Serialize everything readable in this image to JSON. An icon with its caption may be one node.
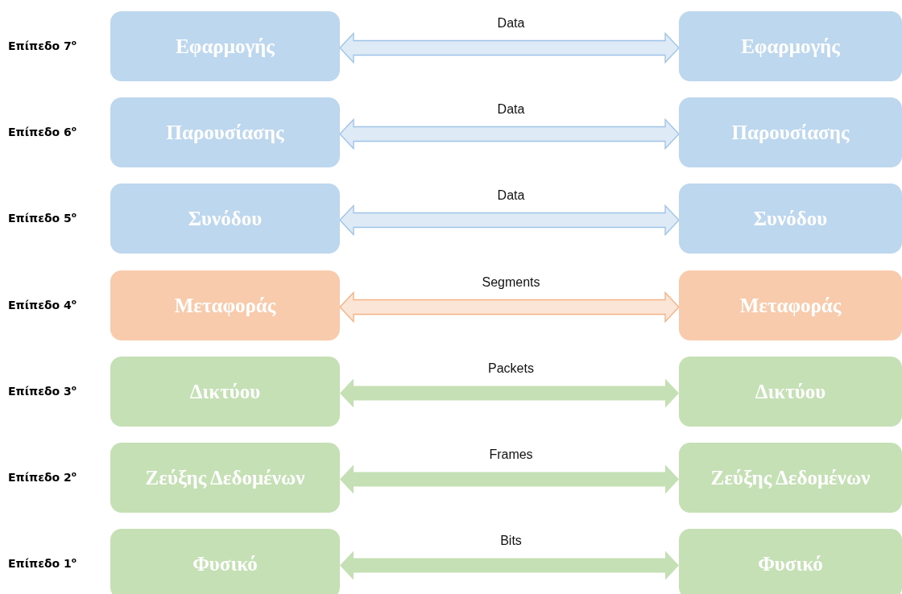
{
  "diagram": {
    "nodes": [
      {
        "text": [
          "Εφαρμογής"
        ],
        "beside": [
          "Επίπεδο 7$^{ο}$"
        ]
      },
      {
        "text": [
          "Εφαρμογής"
        ]
      },
      {
        "text": [
          "Παρουσίασης"
        ],
        "beside": [
          "Επίπεδο 6$^{ο}$"
        ]
      },
      {
        "text": [
          "Παρουσίασης"
        ]
      },
      {
        "text": [
          "Συνόδου"
        ],
        "beside": [
          "Επίπεδο 5$^{ο}$"
        ]
      },
      {
        "text": [
          "Συνόδου"
        ]
      },
      {
        "text": [
          "Μεταφοράς"
        ],
        "beside": [
          "Επίπεδο 4$^{ο}$"
        ]
      },
      {
        "text": [
          "Μεταφοράς"
        ]
      },
      {
        "text": [
          "Δικτύου"
        ],
        "beside": [
          "Επίπεδο 3$^{ο}$"
        ]
      },
      {
        "text": [
          "Δικτύου"
        ]
      },
      {
        "text": [
          "Ζεύξης Δεδομένων"
        ],
        "beside": [
          "Επίπεδο 2$^{ο}$"
        ]
      },
      {
        "text": [
          "Ζεύξης Δεδομένων"
        ]
      },
      {
        "text": [
          "Φυσικό"
        ],
        "beside": [
          "Επίπεδο 1$^{ο}$"
        ]
      },
      {
        "text": [
          "Φυσικό"
        ]
      }
    ],
    "edges": [
      {
        "from": 0,
        "to": 1,
        "arrow": "both",
        "label": "Data",
        "color": "#9dc3e6"
      },
      {
        "from": 2,
        "to": 3,
        "arrow": "both",
        "label": "Data",
        "color": "#9dc3e6"
      },
      {
        "from": 4,
        "to": 5,
        "arrow": "both",
        "label": "Data",
        "color": "#9dc3e6"
      },
      {
        "from": 6,
        "to": 7,
        "arrow": "both",
        "label": "Segments",
        "color": "#f4b183"
      },
      {
        "from": 8,
        "to": 9,
        "arrow": "both",
        "label": "Packets"
      },
      {
        "from": 10,
        "to": 11,
        "arrow": "both",
        "label": "Frames"
      },
      {
        "from": 12,
        "to": 13,
        "arrow": "both",
        "label": "Bits"
      }
    ]
  }
}
